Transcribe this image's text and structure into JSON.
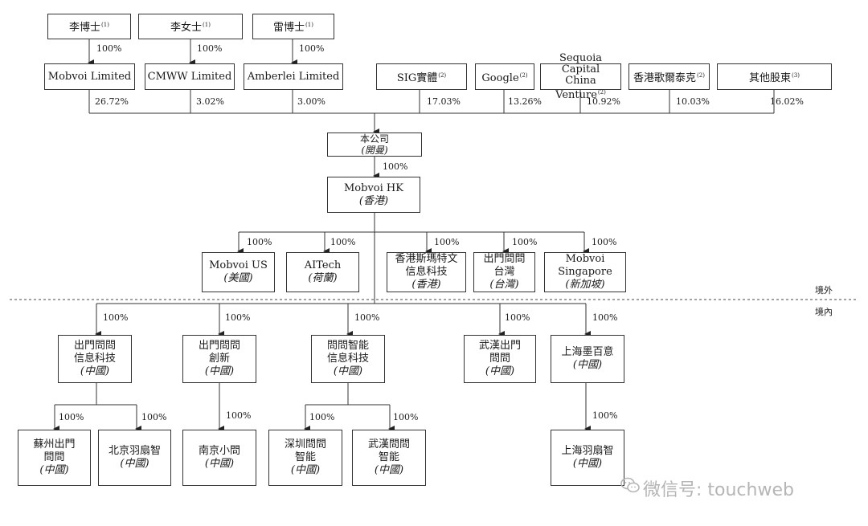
{
  "shareholders": [
    {
      "name": "李博士",
      "note": "(1)",
      "pct": "100%"
    },
    {
      "name": "李女士",
      "note": "(1)",
      "pct": "100%"
    },
    {
      "name": "雷博士",
      "note": "(1)",
      "pct": "100%"
    }
  ],
  "holding_entities": [
    {
      "name": "Mobvoi Limited",
      "note": "",
      "pct": "26.72%"
    },
    {
      "name": "CMWW Limited",
      "note": "",
      "pct": "3.02%"
    },
    {
      "name": "Amberlei Limited",
      "note": "",
      "pct": "3.00%"
    },
    {
      "name": "SIG實體",
      "note": "(2)",
      "pct": "17.03%"
    },
    {
      "name": "Google",
      "note": "(2)",
      "pct": "13.26%"
    },
    {
      "name": "Sequoia Capital",
      "name2": "China Venture",
      "note": "(2)",
      "pct": "10.92%"
    },
    {
      "name": "香港歌爾泰克",
      "note": "(2)",
      "pct": "10.03%"
    },
    {
      "name": "其他股東",
      "note": "(3)",
      "pct": "16.02%"
    }
  ],
  "company": {
    "name": "本公司",
    "sub": "(開曼)",
    "pct": "100%"
  },
  "hk": {
    "name": "Mobvoi HK",
    "sub": "(香港)"
  },
  "offshore": [
    {
      "lines": [
        "Mobvoi US"
      ],
      "sub": "(美國)",
      "pct": "100%"
    },
    {
      "lines": [
        "AITech"
      ],
      "sub": "(荷蘭)",
      "pct": "100%"
    },
    {
      "lines": [
        "香港斯瑪特文",
        "信息科技"
      ],
      "sub": "(香港)",
      "pct": "100%"
    },
    {
      "lines": [
        "出門問問",
        "台灣"
      ],
      "sub": "(台灣)",
      "pct": "100%"
    },
    {
      "lines": [
        "Mobvoi",
        "Singapore"
      ],
      "sub": "(新加坡)",
      "pct": "100%"
    }
  ],
  "regions": {
    "offshore": "境外",
    "onshore": "境內"
  },
  "onshore": [
    {
      "lines": [
        "出門問問",
        "信息科技"
      ],
      "sub": "(中國)",
      "pct": "100%"
    },
    {
      "lines": [
        "出門問問",
        "創新"
      ],
      "sub": "(中國)",
      "pct": "100%"
    },
    {
      "lines": [
        "問問智能",
        "信息科技"
      ],
      "sub": "(中國)",
      "pct": "100%"
    },
    {
      "lines": [
        "武漢出門",
        "問問"
      ],
      "sub": "(中國)",
      "pct": "100%"
    },
    {
      "lines": [
        "上海墨百意"
      ],
      "sub": "(中國)",
      "pct": "100%"
    }
  ],
  "onshore_subs": [
    {
      "lines": [
        "蘇州出門",
        "問問"
      ],
      "sub": "(中國)",
      "pct": "100%"
    },
    {
      "lines": [
        "北京羽扇智"
      ],
      "sub": "(中國)",
      "pct": "100%"
    },
    {
      "lines": [
        "南京小問"
      ],
      "sub": "(中國)",
      "pct": "100%"
    },
    {
      "lines": [
        "深圳問問",
        "智能"
      ],
      "sub": "(中國)",
      "pct": "100%"
    },
    {
      "lines": [
        "武漢問問",
        "智能"
      ],
      "sub": "(中國)",
      "pct": "100%"
    },
    {
      "lines": [
        "上海羽扇智"
      ],
      "sub": "(中國)",
      "pct": "100%"
    }
  ],
  "watermark": "微信号: touchweb"
}
